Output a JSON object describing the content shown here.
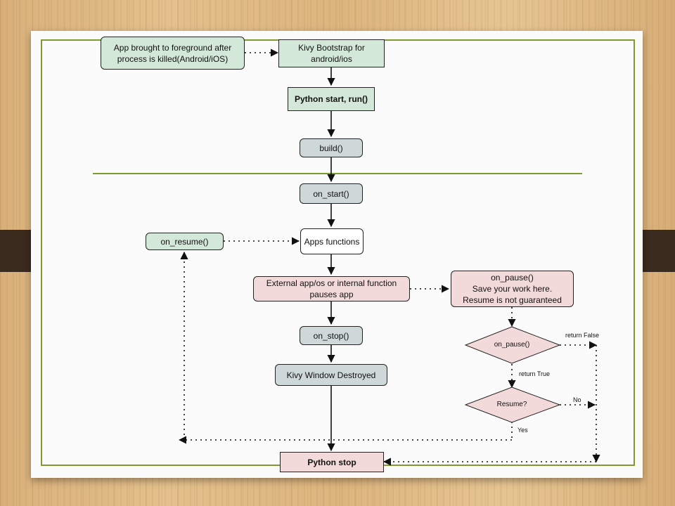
{
  "nodes": {
    "app_foreground": "App brought to foreground after process is killed(Android/iOS)",
    "kivy_bootstrap": "Kivy Bootstrap for android/ios",
    "python_start": "Python start, run()",
    "build": "build()",
    "on_start": "on_start()",
    "apps_functions": "Apps functions",
    "on_resume": "on_resume()",
    "external_pause": "External app/os  or internal function pauses app",
    "on_pause_box": "on_pause()\nSave your work here.\nResume is not guaranteed",
    "on_stop": "on_stop()",
    "kivy_window_destroyed": "Kivy Window Destroyed",
    "python_stop": "Python stop",
    "decision_on_pause": "on_pause()",
    "decision_resume": "Resume?"
  },
  "edge_labels": {
    "return_false": "return False",
    "return_true": "return True",
    "no": "No",
    "yes": "Yes"
  },
  "colors": {
    "frame": "#7f9a2e",
    "green_box": "#d3e8d8",
    "gray_box": "#cfd8d8",
    "pink_box": "#f3dada",
    "wood": "#e0bb86",
    "tab": "#3b2a1e"
  }
}
